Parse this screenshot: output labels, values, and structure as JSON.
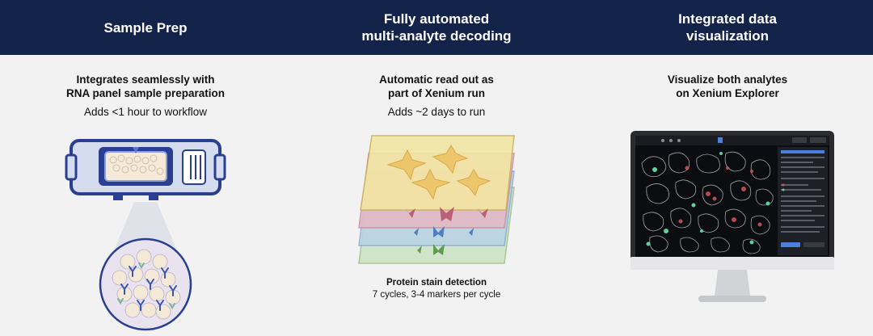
{
  "header": {
    "columns": [
      "Sample Prep",
      "Fully automated\nmulti-analyte decoding",
      "Integrated data\nvisualization"
    ]
  },
  "sample_prep": {
    "title": "Integrates seamlessly with\nRNA panel sample preparation",
    "subtitle": "Adds <1 hour to workflow"
  },
  "decoding": {
    "title": "Automatic read out as\npart of Xenium run",
    "subtitle": "Adds ~2 days to run",
    "caption_title": "Protein stain detection",
    "caption_detail": "7 cycles, 3-4 markers per cycle"
  },
  "visualization": {
    "title": "Visualize both analytes\non Xenium Explorer"
  },
  "colors": {
    "header_bg": "#13234a",
    "page_bg": "#f2f2f2",
    "slide_blue": "#2a3f8f",
    "slide_fill": "#d6dcef",
    "layer_yellow": "#f3e6a4",
    "layer_red": "#e6b8c3",
    "layer_blue": "#b9d3e8",
    "layer_green": "#cbe2c2"
  }
}
